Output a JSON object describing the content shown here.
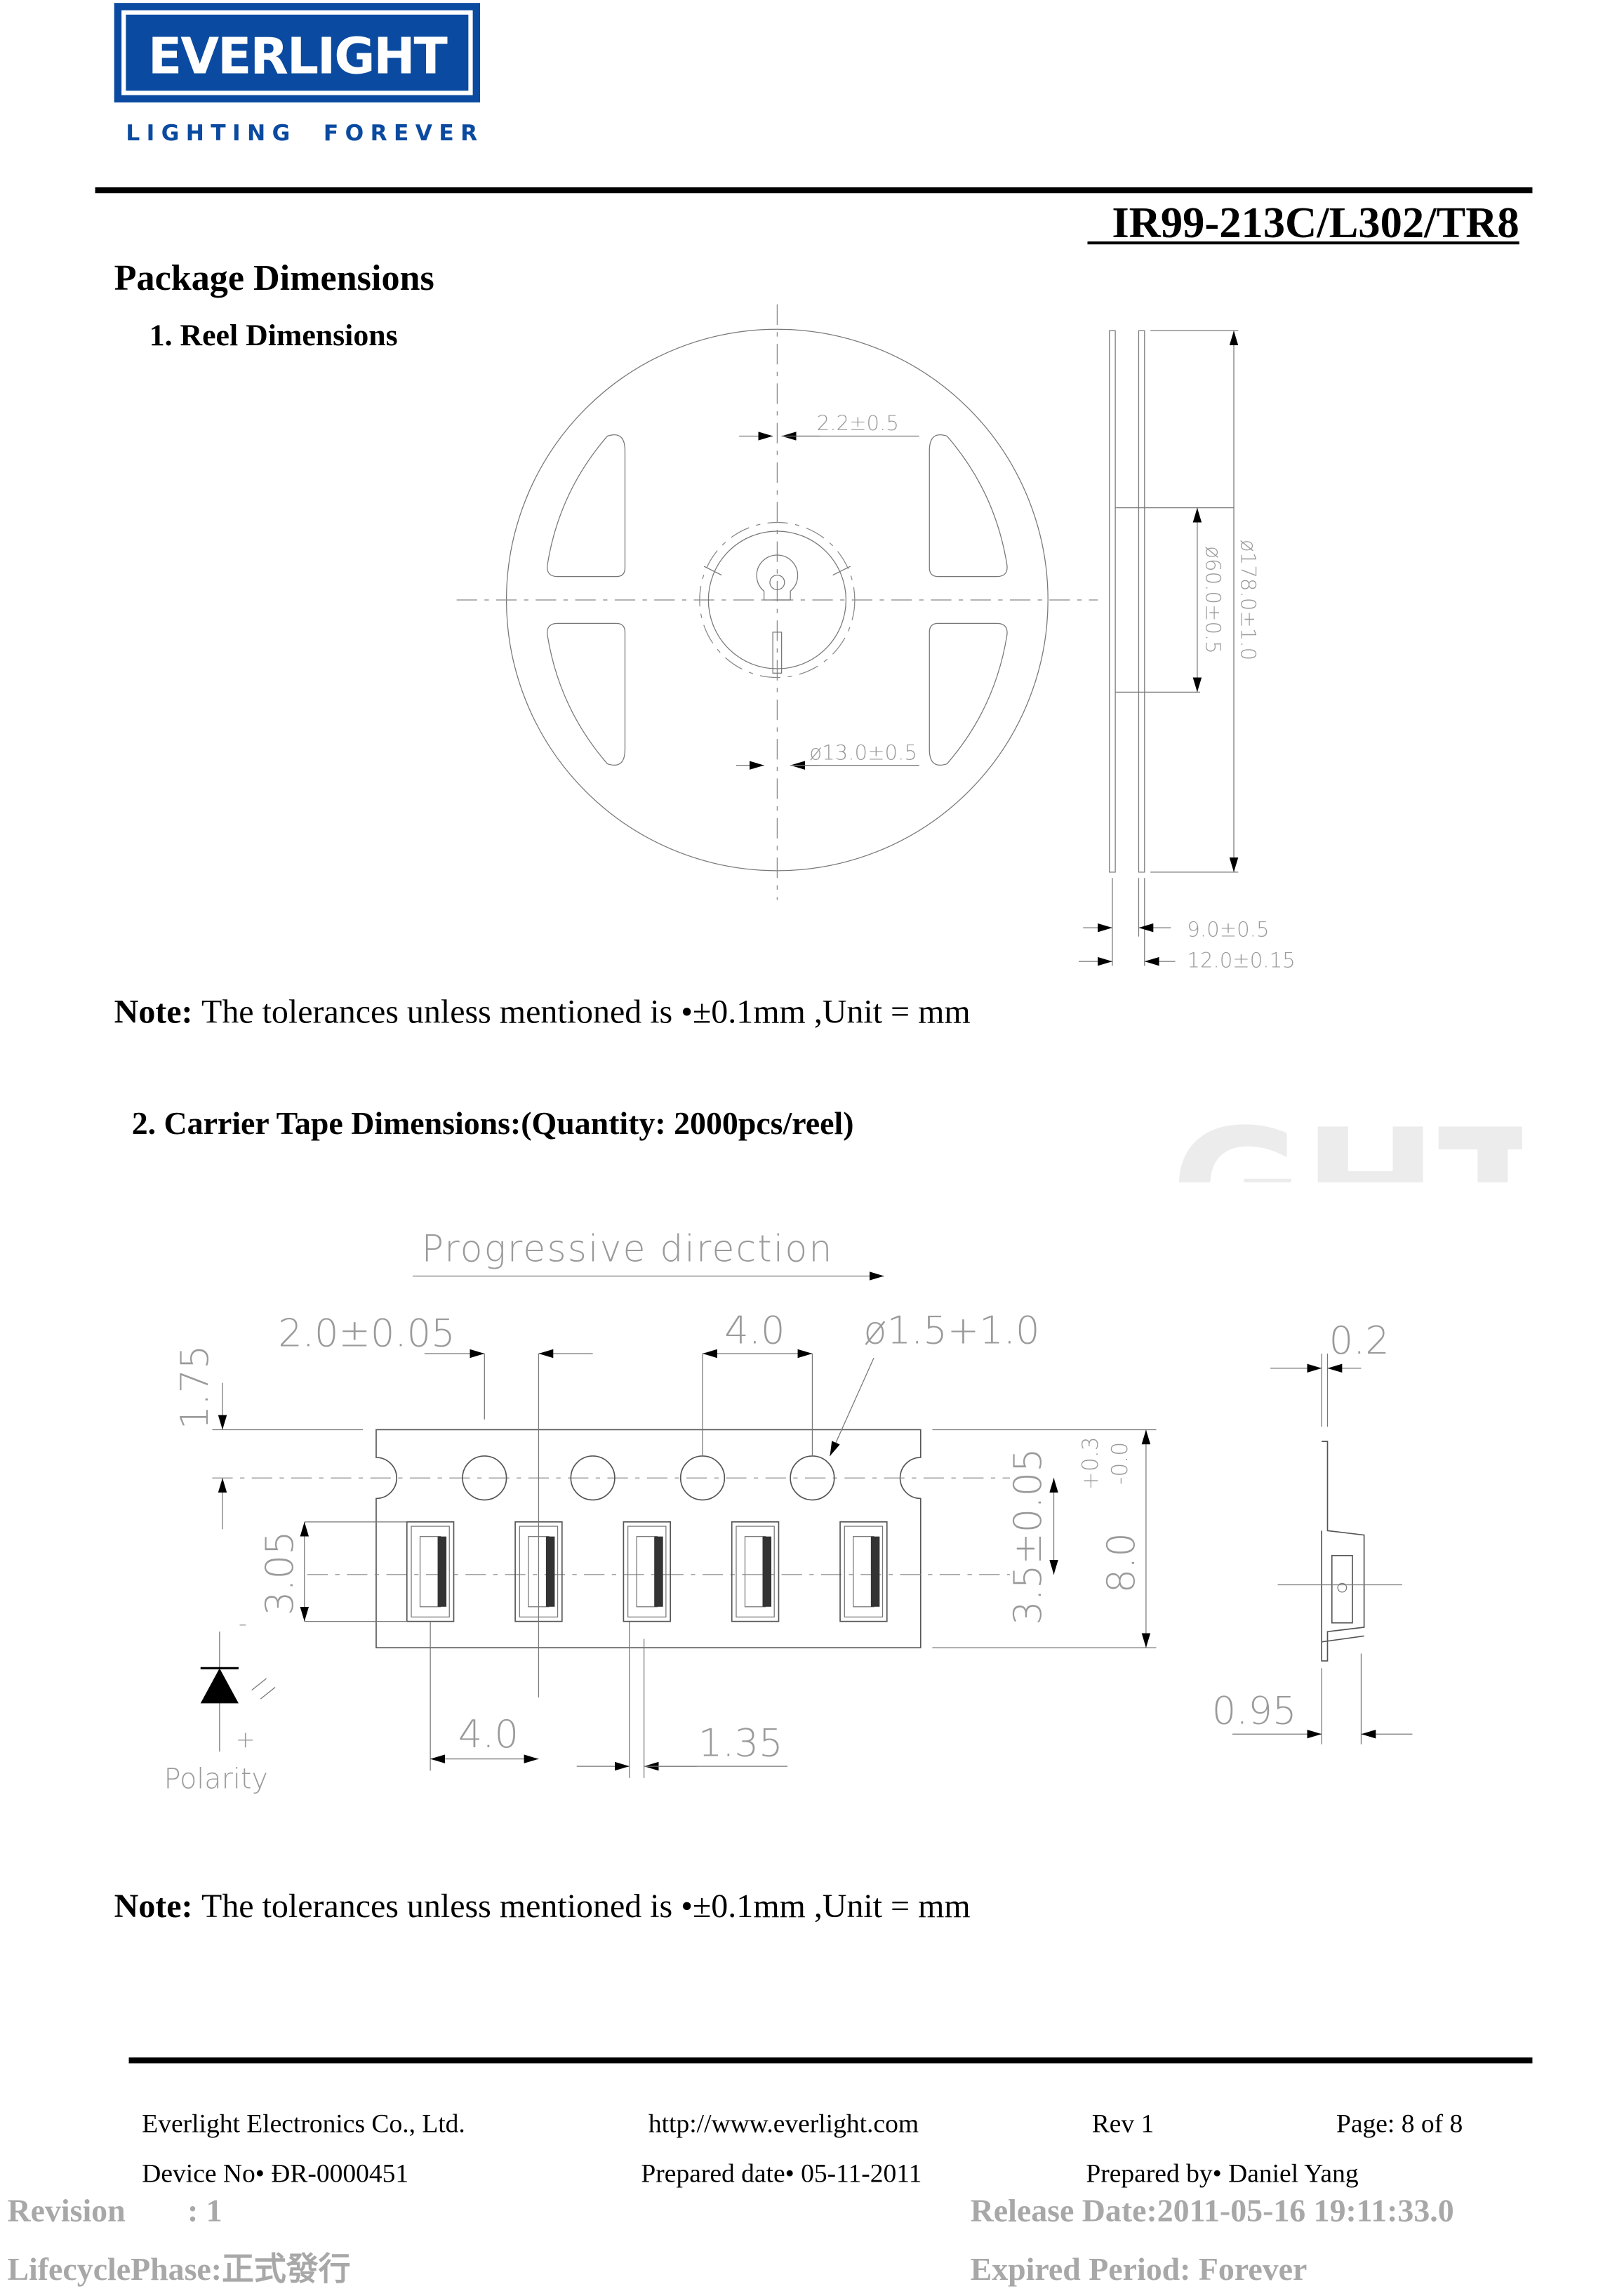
{
  "logo": {
    "brand": "EVERLIGHT",
    "tagline_left": "LIGHTING",
    "tagline_right": "FOREVER",
    "color": "#0a4aa0"
  },
  "header": {
    "part_number": "IR99-213C/L302/TR8"
  },
  "section_title": "Package Dimensions",
  "reel": {
    "heading": "1. Reel Dimensions",
    "dims": {
      "spoke_slot": "2.2±0.5",
      "hub_hole": "ø13.0±0.5",
      "hub_diameter": "ø60.0±0.5",
      "reel_diameter": "ø178.0±1.0",
      "inner_width": "9.0±0.5",
      "outer_width": "12.0±0.15"
    },
    "note_label": "Note:",
    "note_text": "The tolerances unless mentioned is  •±0.1mm ,Unit = mm"
  },
  "tape": {
    "heading": "2. Carrier Tape Dimensions:(Quantity: 2000pcs/reel)",
    "direction": "Progressive  direction",
    "dims": {
      "hole_to_pocket": "2.0±0.05",
      "hole_pitch": "4.0",
      "hole_diameter": "ø1.5+1.0",
      "edge_to_hole": "1.75",
      "pocket_length": "3.05",
      "hole_to_pocket_center": "3.5±0.05",
      "tape_width": "8.0",
      "tape_width_tol_plus": "+0.3",
      "tape_width_tol_minus": "-0.0",
      "pocket_pitch": "4.0",
      "pocket_width": "1.35",
      "tape_thickness": "0.2",
      "pocket_depth": "0.95"
    },
    "polarity_label": "Polarity",
    "polarity_minus": "-",
    "polarity_plus": "+",
    "note_label": "Note:",
    "note_text": "The tolerances unless mentioned is  •±0.1mm ,Unit = mm"
  },
  "watermark": "GHT",
  "footer": {
    "company": "Everlight Electronics Co., Ltd.",
    "url": "http://www.everlight.com",
    "rev": "Rev 1",
    "page": "Page: 8 of 8",
    "device_no": "Device No•  ÐR-0000451",
    "prepared_date": "Prepared date•  05-11-2011",
    "prepared_by": "Prepared by•  Daniel Yang",
    "revision_label": "Revision",
    "revision_value": ": 1",
    "release_date": "Release Date:2011-05-16 19:11:33.0",
    "lifecycle": "LifecyclePhase:正式發行",
    "expired": "Expired Period: Forever"
  }
}
